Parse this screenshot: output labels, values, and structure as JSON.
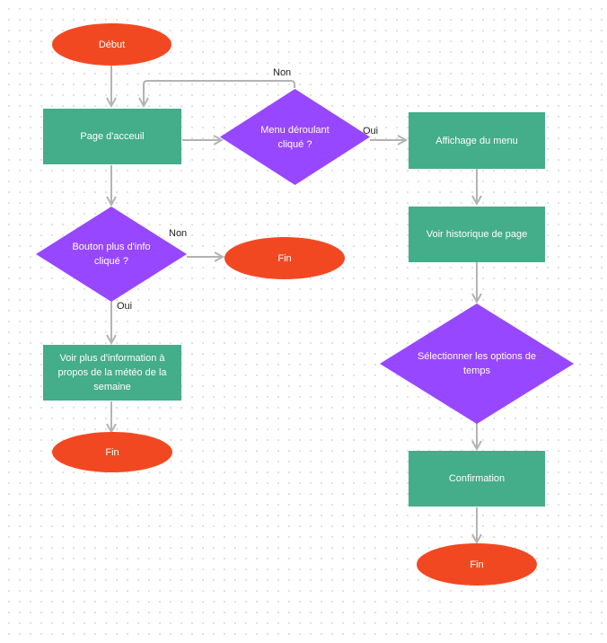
{
  "nodes": {
    "debut": "Début",
    "page_accueil": "Page d'acceuil",
    "menu_decision": "Menu déroulant cliqué ?",
    "affichage_menu": "Affichage du menu",
    "historique": "Voir historique de page",
    "selection_temps": "Sélectionner les options de temps",
    "confirmation": "Confirmation",
    "fin_confirmation": "Fin",
    "bouton_decision": "Bouton plus d'info cliqué ?",
    "fin_bouton": "Fin",
    "voir_plus": "Voir plus d'information à propos de la météo de la semaine",
    "fin_voir_plus": "Fin"
  },
  "edges": {
    "menu_non": "Non",
    "menu_oui": "Oui",
    "bouton_non": "Non",
    "bouton_oui": "Oui"
  },
  "colors": {
    "terminal": "#f24822",
    "process": "#44ad89",
    "decision": "#9747ff",
    "connector": "#b3b3b3"
  }
}
